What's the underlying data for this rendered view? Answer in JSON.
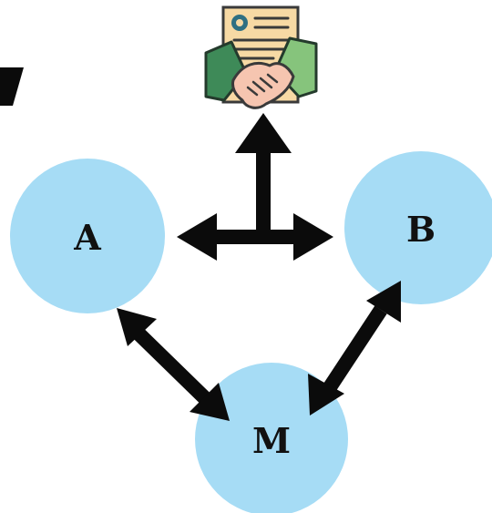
{
  "diagram": {
    "nodes": {
      "a": {
        "label": "A"
      },
      "b": {
        "label": "B"
      },
      "m": {
        "label": "M"
      }
    },
    "colors": {
      "node_fill": "#a6dcf5",
      "arrow": "#0b0b0b",
      "document_paper": "#f7d9a4",
      "document_border": "#3a3a3a",
      "seal": "#2f6f82",
      "left_sleeve": "#3e8a58",
      "right_sleeve": "#86c47c",
      "hands": "#f6c5b0"
    },
    "icon": "contract-handshake-icon"
  }
}
